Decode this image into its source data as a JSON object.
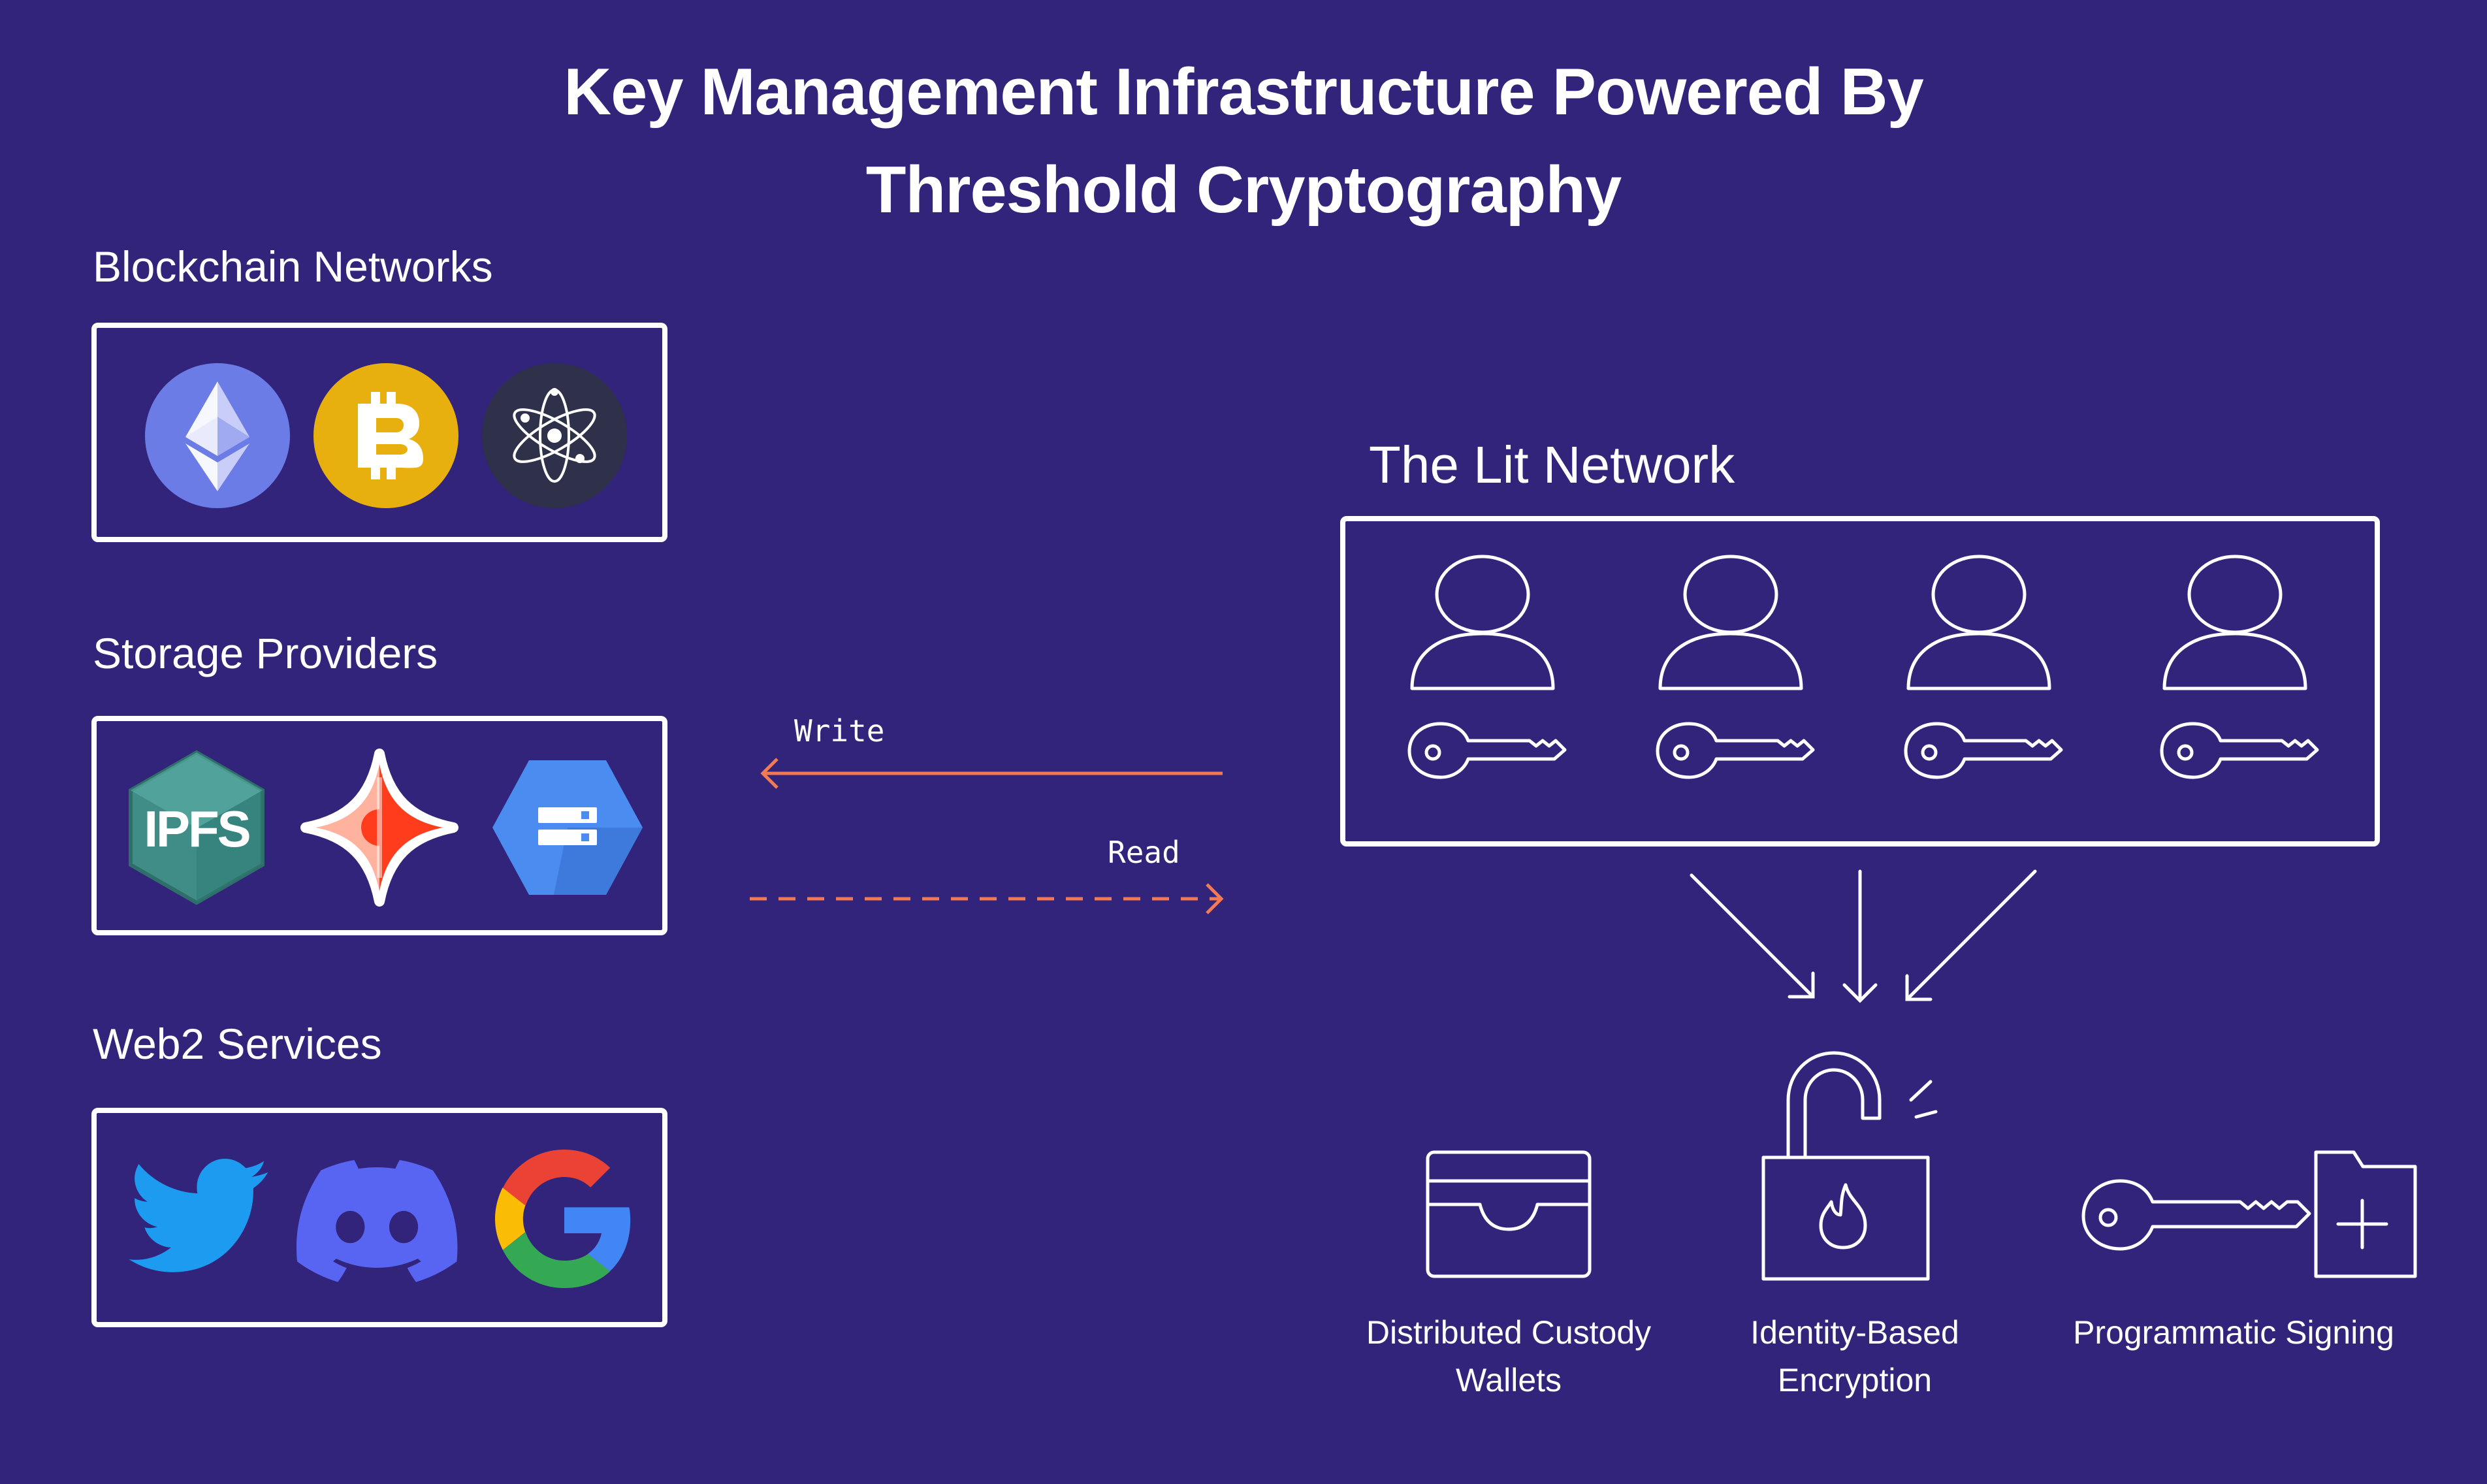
{
  "title": {
    "line1": "Key Management Infrastructure Powered By",
    "line2": "Threshold Cryptography"
  },
  "sections": {
    "blockchain": {
      "label": "Blockchain Networks",
      "icons": [
        "ethereum-icon",
        "bitcoin-icon",
        "cosmos-icon"
      ]
    },
    "storage": {
      "label": "Storage Providers",
      "icons": [
        "ipfs-icon",
        "arweave-icon",
        "google-cloud-storage-icon"
      ],
      "ipfs_text": "IPFS"
    },
    "web2": {
      "label": "Web2 Services",
      "icons": [
        "twitter-icon",
        "discord-icon",
        "google-icon"
      ]
    }
  },
  "arrows": {
    "write": "Write",
    "read": "Read"
  },
  "lit_network": {
    "label": "The Lit Network",
    "node_count": 4
  },
  "outputs": {
    "wallets": {
      "line1": "Distributed Custody",
      "line2": "Wallets"
    },
    "encryption": {
      "line1": "Identity-Based",
      "line2": "Encryption"
    },
    "signing": {
      "line1": "Programmatic Signing"
    }
  },
  "colors": {
    "background": "#32247a",
    "arrow": "#f27a54",
    "ethereum": "#6c7ce6",
    "bitcoin": "#e8b00f",
    "cosmos": "#2e3149",
    "ipfs": "#3f8d86",
    "arweave": "#ff3d1d",
    "gcs": "#4a8cf0",
    "twitter": "#1d9bf0",
    "discord": "#5865f2"
  }
}
